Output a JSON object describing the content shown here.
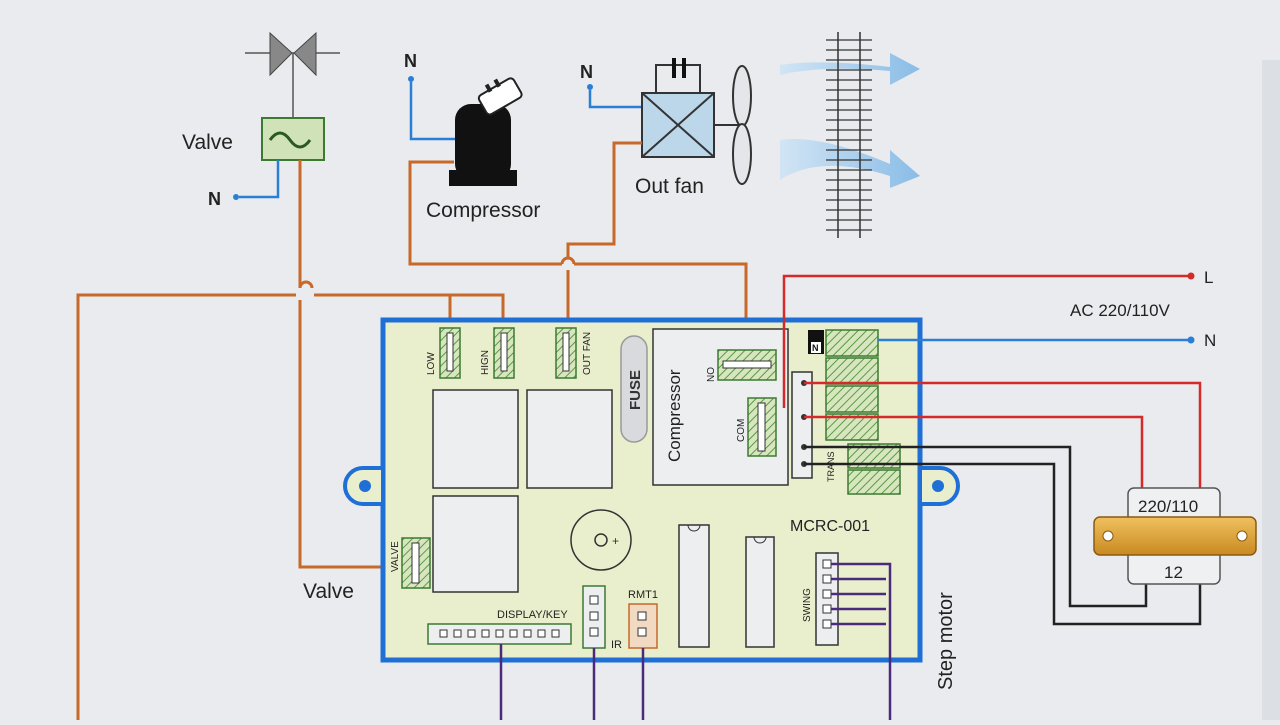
{
  "labels": {
    "valve_top": "Valve",
    "valve_bottom": "Valve",
    "n_valve": "N",
    "n_compressor": "N",
    "n_fan": "N",
    "compressor": "Compressor",
    "out_fan": "Out fan",
    "line_l": "L",
    "line_n": "N",
    "ac_supply": "AC 220/110V",
    "step_motor": "Step motor"
  },
  "board": {
    "model": "MCRC-001",
    "relay_low": "LOW",
    "relay_high": "HIGN",
    "relay_outfan": "OUT FAN",
    "fuse": "FUSE",
    "compressor_relay": "Compressor",
    "no": "NO",
    "com": "COM",
    "n_terminal": "N",
    "trans": "TRANS",
    "valve": "VALVE",
    "swing": "SWING",
    "display_key": "DISPLAY/KEY",
    "ir": "IR",
    "rmt": "RMT1"
  },
  "transformer": {
    "primary": "220/110",
    "secondary": "12"
  },
  "colors": {
    "background": "#e9ebee",
    "board_fill": "#e9efcc",
    "board_border": "#1f6fd6",
    "orange_wire": "#c8692a",
    "blue_wire": "#2a7fd4",
    "red_wire": "#d42a2a",
    "black_wire": "#222222",
    "purple_wire": "#4a2a7a",
    "terminal_green": "#4f9a3c",
    "transformer_gold": "#d39a2a"
  }
}
